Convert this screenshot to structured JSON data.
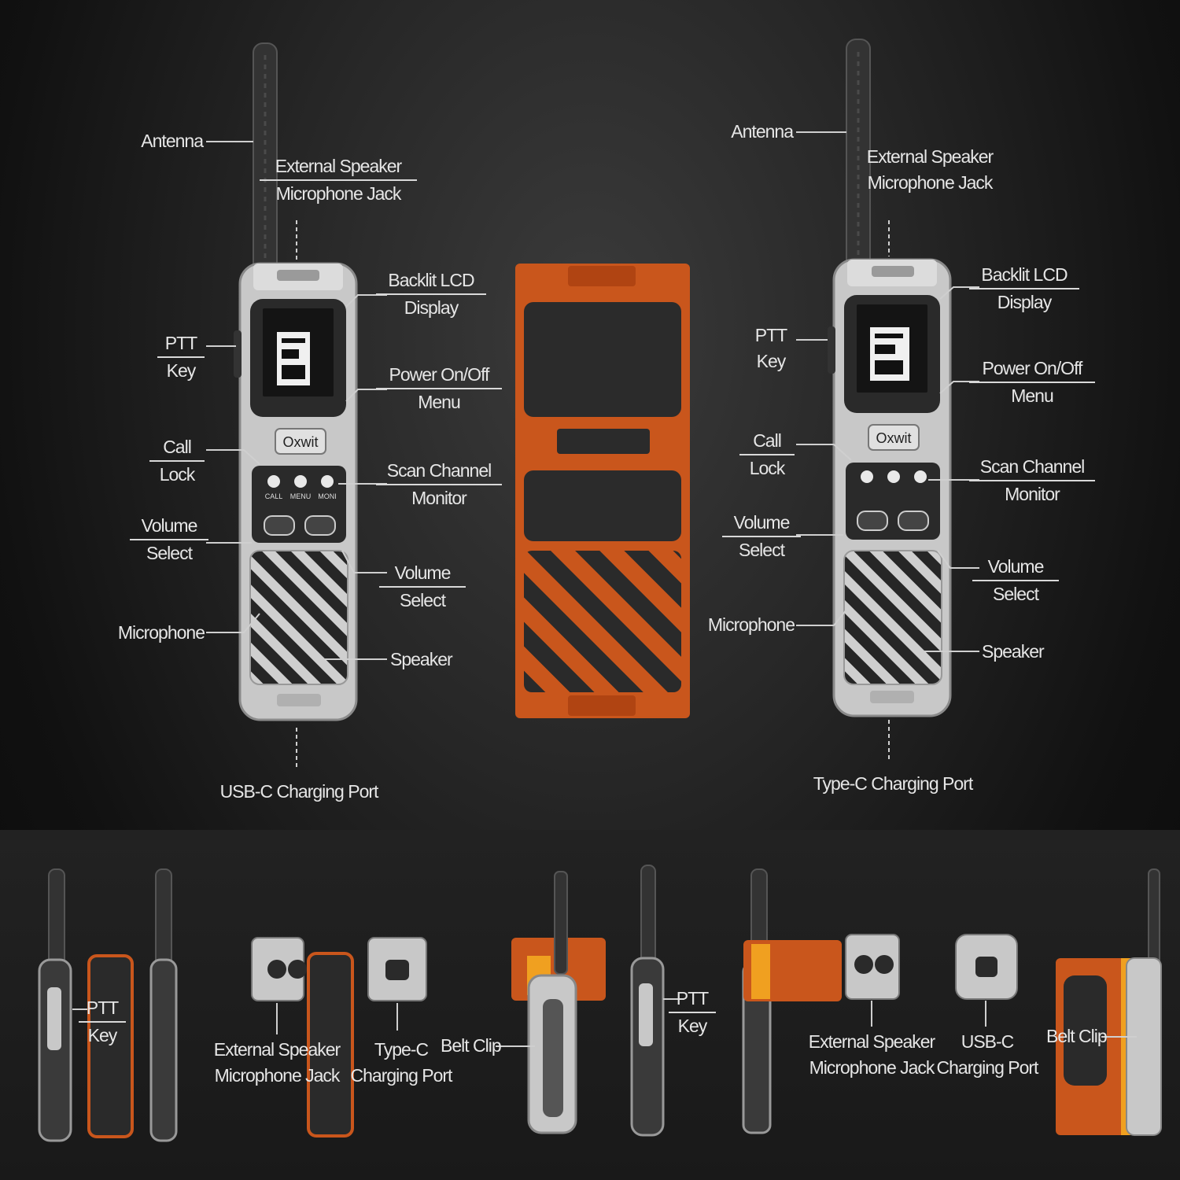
{
  "left_radio": {
    "antenna": "Antenna",
    "ext_jack": [
      "External Speaker",
      "Microphone Jack"
    ],
    "display": [
      "Backlit LCD",
      "Display"
    ],
    "ptt": [
      "PTT",
      "Key"
    ],
    "power": [
      "Power On/Off",
      "Menu"
    ],
    "brand": "Oxwit",
    "call": [
      "Call",
      "Lock"
    ],
    "scan": [
      "Scan Channel",
      "Monitor"
    ],
    "vol_left": [
      "Volume",
      "Select"
    ],
    "vol_right": [
      "Volume",
      "Select"
    ],
    "mic": "Microphone",
    "speaker": "Speaker",
    "bottom": "USB-C Charging Port",
    "keys": [
      "CALL",
      "MENU",
      "MONI"
    ]
  },
  "right_radio": {
    "antenna": "Antenna",
    "ext_jack": [
      "External Speaker",
      "Microphone Jack"
    ],
    "display": [
      "Backlit LCD",
      "Display"
    ],
    "ptt": [
      "PTT",
      "Key"
    ],
    "power": [
      "Power On/Off",
      "Menu"
    ],
    "brand": "Oxwit",
    "call": [
      "Call",
      "Lock"
    ],
    "scan": [
      "Scan Channel",
      "Monitor"
    ],
    "vol_left": [
      "Volume",
      "Select"
    ],
    "vol_right": [
      "Volume",
      "Select"
    ],
    "mic": "Microphone",
    "speaker": "Speaker",
    "bottom": "Type-C Charging Port"
  },
  "bottom_row": {
    "ptt": [
      "PTT",
      "Key"
    ],
    "ext1": [
      "External Speaker",
      "Microphone Jack"
    ],
    "typec": [
      "Type-C",
      "Charging Port"
    ],
    "clip1": "Belt Clip",
    "ptt2": [
      "PTT",
      "Key"
    ],
    "ext2": [
      "External Speaker",
      "Microphone Jack"
    ],
    "usbc": [
      "USB-C",
      "Charging Port"
    ],
    "clip2": "Belt Clip"
  },
  "colors": {
    "body_gray": "#c8c8c8",
    "rubber_dark": "#2a2a2a",
    "orange": "#c9561c",
    "amber": "#f0a020"
  }
}
